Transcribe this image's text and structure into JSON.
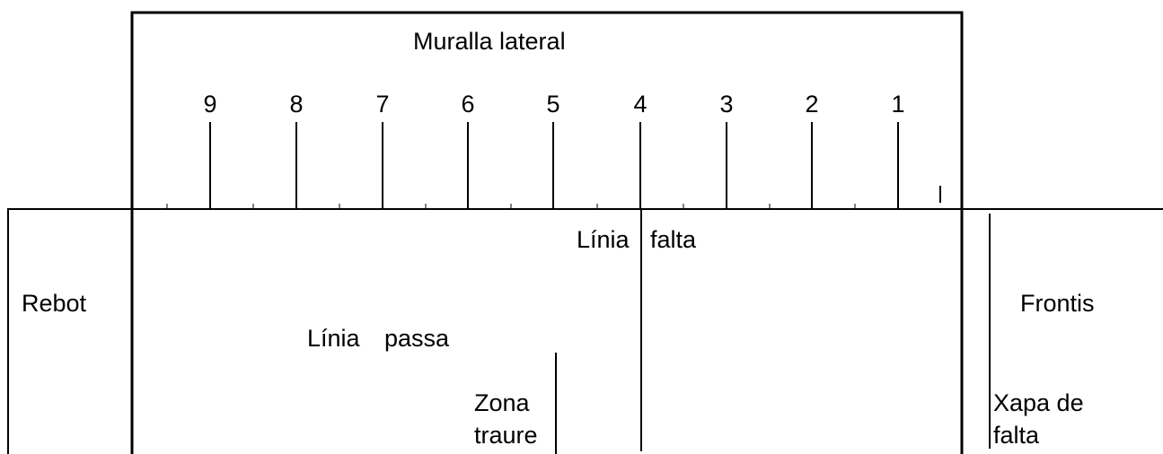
{
  "labels": {
    "side_wall": "Muralla lateral",
    "rebot": "Rebot",
    "frontis": "Frontis",
    "linia_falta": [
      "Línia",
      "falta"
    ],
    "linia_passa": [
      "Línia",
      "passa"
    ],
    "zona_traure": [
      "Zona",
      "traure"
    ],
    "xapa_falta": [
      "Xapa de",
      "falta"
    ]
  },
  "numbers": [
    "9",
    "8",
    "7",
    "6",
    "5",
    "4",
    "3",
    "2",
    "1"
  ],
  "colors": {
    "line": "#000000",
    "background": "#ffffff"
  }
}
